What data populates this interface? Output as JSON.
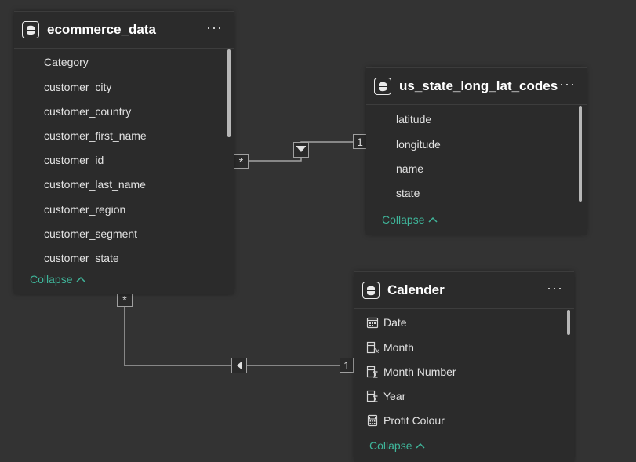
{
  "tables": {
    "ecommerce": {
      "title": "ecommerce_data",
      "more": "···",
      "fields": [
        "Category",
        "customer_city",
        "customer_country",
        "customer_first_name",
        "customer_id",
        "customer_last_name",
        "customer_region",
        "customer_segment",
        "customer_state"
      ],
      "collapse": "Collapse"
    },
    "us_state": {
      "title": "us_state_long_lat_codes",
      "more": "···",
      "fields": [
        "latitude",
        "longitude",
        "name",
        "state"
      ],
      "collapse": "Collapse"
    },
    "calender": {
      "title": "Calender",
      "more": "···",
      "fields": [
        {
          "label": "Date",
          "icon": "calendar-icon"
        },
        {
          "label": "Month",
          "icon": "calculated-column-icon"
        },
        {
          "label": "Month Number",
          "icon": "sum-column-icon"
        },
        {
          "label": "Year",
          "icon": "sum-column-icon"
        },
        {
          "label": "Profit Colour",
          "icon": "calculator-icon"
        }
      ],
      "collapse": "Collapse"
    }
  },
  "relationships": {
    "rel1": {
      "from_card": "*",
      "to_card": "1"
    },
    "rel2": {
      "from_card": "*",
      "to_card": "1"
    }
  },
  "colors": {
    "accent": "#3fb59a",
    "background": "#333333",
    "card": "#2b2b2b"
  }
}
